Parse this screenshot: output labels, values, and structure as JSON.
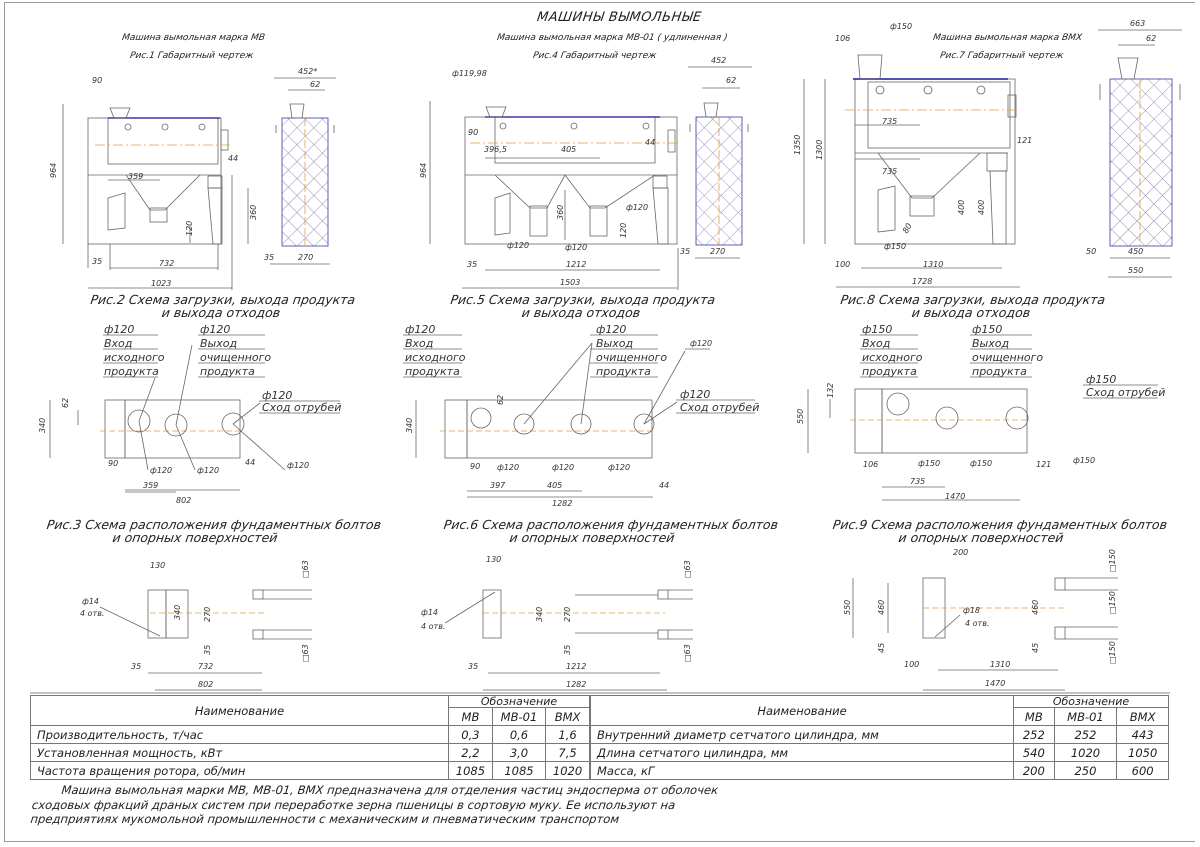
{
  "sheet_title": "МАШИНЫ ВЫМОЛЬНЫЕ",
  "machines": [
    {
      "name": "Машина вымольная марка МВ",
      "fig_overall": "Рис.1 Габаритный чертеж",
      "fig_load": [
        "Рис.2 Схема загрузки, выхода продукта",
        "и выхода отходов"
      ],
      "fig_bolts": [
        "Рис.3 Схема расположения фундаментных болтов",
        "и опорных поверхностей"
      ],
      "dims_overall": {
        "inlet": "90",
        "height": "964",
        "d44": "44",
        "d359": "359",
        "d360": "360",
        "d120": "120",
        "d35": "35",
        "d732": "732",
        "d1023": "1023",
        "side_w": "452*",
        "side_62": "62",
        "side_35": "35",
        "side_270": "270"
      },
      "callouts": {
        "inlet": [
          "ф120",
          "Вход",
          "исходного",
          "продукта"
        ],
        "outlet": [
          "ф120",
          "Выход",
          "очищенного",
          "продукта"
        ],
        "waste": [
          "ф120",
          "Сход отрубей"
        ],
        "holes": [
          "ф120",
          "ф120",
          "ф120"
        ]
      },
      "dims_plan": {
        "d62": "62",
        "d340": "340",
        "d90": "90",
        "d359": "359",
        "d44": "44",
        "d802": "802"
      },
      "dims_base": {
        "d130": "130",
        "hole": "ф14",
        "holes_count": "4 отв.",
        "d340": "340",
        "d270": "270",
        "d35v": "35",
        "d35": "35",
        "d732": "732",
        "d802": "802",
        "sq1": "□63",
        "sq2": "□63"
      }
    },
    {
      "name": "Машина вымольная марка МВ-01 ( удлиненная )",
      "fig_overall": "Рис.4 Габаритный чертеж",
      "fig_load": [
        "Рис.5 Схема загрузки, выхода продукта",
        "и выхода отходов"
      ],
      "fig_bolts": [
        "Рис.6 Схема расположения фундаментных болтов",
        "и опорных поверхностей"
      ],
      "dims_overall": {
        "inlet": "ф119,98",
        "d90": "90",
        "height": "964",
        "d396": "396,5",
        "d405": "405",
        "d44": "44",
        "d360": "360",
        "d120a": "ф120",
        "d120b": "ф120",
        "d120c": "ф120",
        "d120v": "120",
        "d35": "35",
        "d1212": "1212",
        "d1503": "1503",
        "side_w": "452",
        "side_62": "62",
        "side_35": "35",
        "side_270": "270"
      },
      "callouts": {
        "inlet": [
          "ф120",
          "Вход",
          "исходного",
          "продукта"
        ],
        "outlet": [
          "ф120",
          "Выход",
          "очищенного",
          "продукта"
        ],
        "extra": "ф120",
        "waste": [
          "ф120",
          "Сход отрубей"
        ],
        "holes": [
          "ф120",
          "ф120",
          "ф120"
        ]
      },
      "dims_plan": {
        "d62": "62",
        "d340": "340",
        "d90": "90",
        "d397": "397",
        "d405": "405",
        "d44": "44",
        "d1282": "1282"
      },
      "dims_base": {
        "d130": "130",
        "hole": "ф14",
        "holes_count": "4 отв.",
        "d340": "340",
        "d270": "270",
        "d35v": "35",
        "d35": "35",
        "d1212": "1212",
        "d1282": "1282",
        "sq1": "□63",
        "sq2": "□63"
      }
    },
    {
      "name": "Машина вымольная марка ВМХ",
      "fig_overall": "Рис.7 Габаритный чертеж",
      "fig_load": [
        "Рис.8 Схема загрузки, выхода продукта",
        "и выхода отходов"
      ],
      "fig_bolts": [
        "Рис.9 Схема расположения фундаментных болтов",
        "и опорных поверхностей"
      ],
      "dims_overall": {
        "inlet": "ф150",
        "d106": "106",
        "height1": "1350",
        "height2": "1300",
        "d735a": "735",
        "d735b": "735",
        "d121": "121",
        "d400a": "400",
        "d400b": "400",
        "d80": "80",
        "d150": "ф150",
        "d100": "100",
        "d1310": "1310",
        "d1728": "1728",
        "side_w": "663",
        "side_62": "62",
        "side_50": "50",
        "side_450": "450",
        "side_550": "550"
      },
      "callouts": {
        "inlet": [
          "ф150",
          "Вход",
          "исходного",
          "продукта"
        ],
        "outlet": [
          "ф150",
          "Выход",
          "очищенного",
          "продукта"
        ],
        "waste": [
          "ф150",
          "Сход отрубей"
        ],
        "holes": [
          "ф150",
          "ф150",
          "ф150"
        ]
      },
      "dims_plan": {
        "d132": "132",
        "d550": "550",
        "d106": "106",
        "d735": "735",
        "d121": "121",
        "d1470": "1470"
      },
      "dims_base": {
        "d200": "200",
        "hole": "ф18",
        "holes_count": "4 отв.",
        "d550": "550",
        "d460a": "460",
        "d460b": "460",
        "d45a": "45",
        "d45b": "45",
        "d100": "100",
        "d1310": "1310",
        "d1470": "1470",
        "sq1": "□150",
        "sq2": "□150",
        "sq3": "□150"
      }
    }
  ],
  "table_left": {
    "header_name": "Наименование",
    "header_group": "Обозначение",
    "columns": [
      "МВ",
      "МВ-01",
      "ВМХ"
    ],
    "rows": [
      {
        "name": "Производительность, т/час",
        "values": [
          "0,3",
          "0,6",
          "1,6"
        ]
      },
      {
        "name": "Установленная мощность, кВт",
        "values": [
          "2,2",
          "3,0",
          "7,5"
        ]
      },
      {
        "name": "Частота вращения ротора, об/мин",
        "values": [
          "1085",
          "1085",
          "1020"
        ]
      }
    ]
  },
  "table_right": {
    "header_name": "Наименование",
    "header_group": "Обозначение",
    "columns": [
      "МВ",
      "МВ-01",
      "ВМХ"
    ],
    "rows": [
      {
        "name": "Внутренний диаметр сетчатого цилиндра, мм",
        "values": [
          "252",
          "252",
          "443"
        ]
      },
      {
        "name": "Длина сетчатого цилиндра, мм",
        "values": [
          "540",
          "1020",
          "1050"
        ]
      },
      {
        "name": "Масса, кГ",
        "values": [
          "200",
          "250",
          "600"
        ]
      }
    ]
  },
  "description": "Машина вымольная марки МВ, МВ-01, ВМХ предназначена для отделения частиц эндосперма от оболочек сходовых фракций драных систем при переработке зерна пшеницы в сортовую муку. Ее используют на предприятиях мукомольной промышленности с механическим и пневматическим транспортом",
  "colors": {
    "line": "#555555",
    "blue": "#3a3aa8",
    "axis": "#e0a040",
    "hatch": "#6a6a9a"
  }
}
